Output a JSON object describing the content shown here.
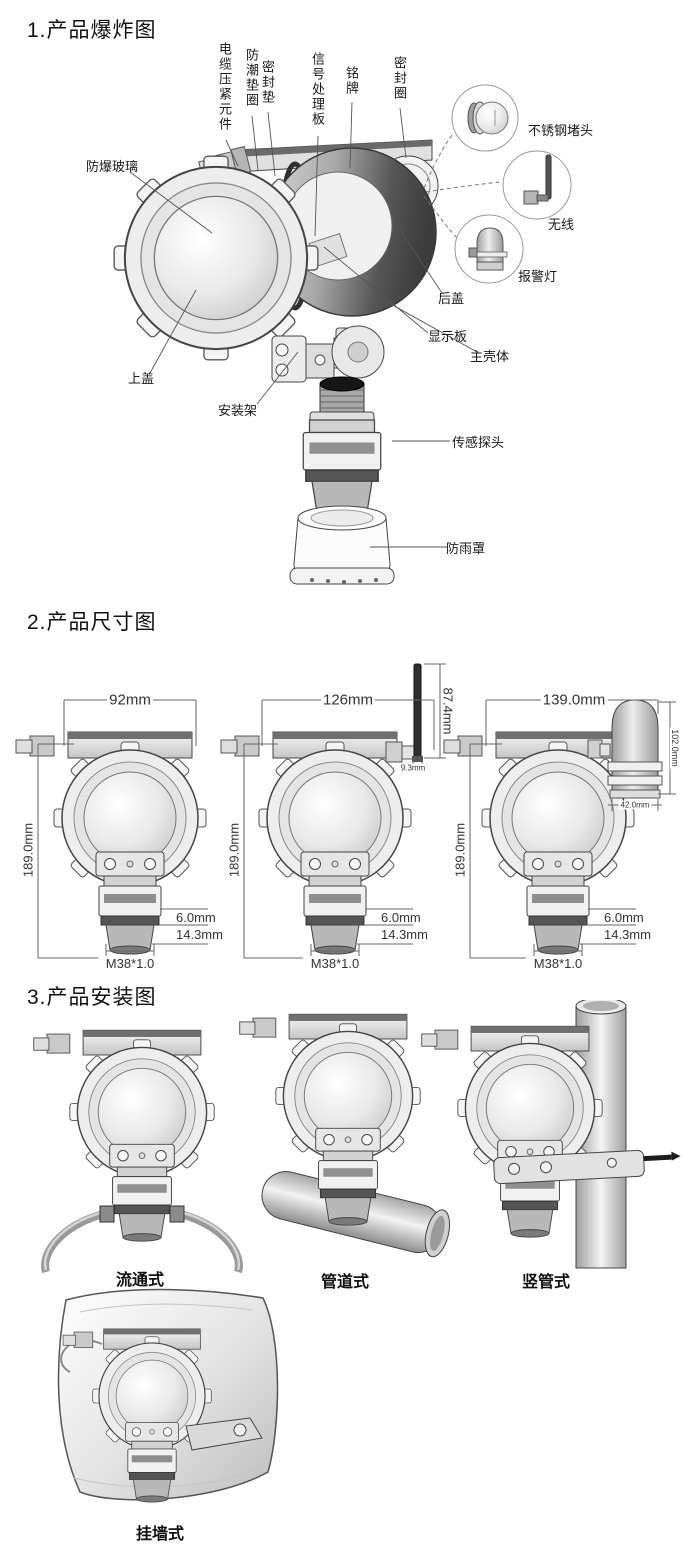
{
  "titles": {
    "exploded": "1.产品爆炸图",
    "dimensions": "2.产品尺寸图",
    "installation": "3.产品安装图"
  },
  "exploded": {
    "labels": {
      "cable_gland": "电缆压紧元件",
      "moisture_washer": "防潮垫圈",
      "seal_gasket": "密封垫",
      "signal_board": "信号处理板",
      "nameplate": "铭牌",
      "seal_ring": "密封圈",
      "explosion_proof_glass": "防爆玻璃",
      "top_cover": "上盖",
      "mounting_bracket": "安装架",
      "back_cover": "后盖",
      "display_board": "显示板",
      "main_housing": "主壳体",
      "sensor_probe": "传感探头",
      "rain_cover": "防雨罩"
    },
    "accessories": [
      {
        "name": "stainless-steel-plug",
        "label": "不锈钢堵头"
      },
      {
        "name": "wireless-antenna",
        "label": "无线"
      },
      {
        "name": "alarm-light",
        "label": "报警灯"
      }
    ]
  },
  "dimensions": {
    "figures": [
      {
        "name": "standard",
        "width": "92mm",
        "height": "189.0mm",
        "sensor_ring": "6.0mm",
        "sensor_mesh": "14.3mm",
        "thread": "M38*1.0"
      },
      {
        "name": "wireless",
        "width": "126mm",
        "height": "189.0mm",
        "antenna_height": "87.4mm",
        "antenna_width": "9.3mm",
        "sensor_ring": "6.0mm",
        "sensor_mesh": "14.3mm",
        "thread": "M38*1.0"
      },
      {
        "name": "with-alarm-light",
        "width": "139.0mm",
        "height": "189.0mm",
        "beacon_height": "102.0mm",
        "beacon_width": "42.0mm",
        "sensor_ring": "6.0mm",
        "sensor_mesh": "14.3mm",
        "thread": "M38*1.0"
      }
    ]
  },
  "installation": {
    "types": [
      {
        "label": "流通式"
      },
      {
        "label": "管道式"
      },
      {
        "label": "竖管式"
      },
      {
        "label": "挂墙式"
      }
    ]
  },
  "colors": {
    "background": "#ffffff",
    "line": "#444444",
    "dark_band": "#4a4a4a",
    "text": "#222222"
  }
}
